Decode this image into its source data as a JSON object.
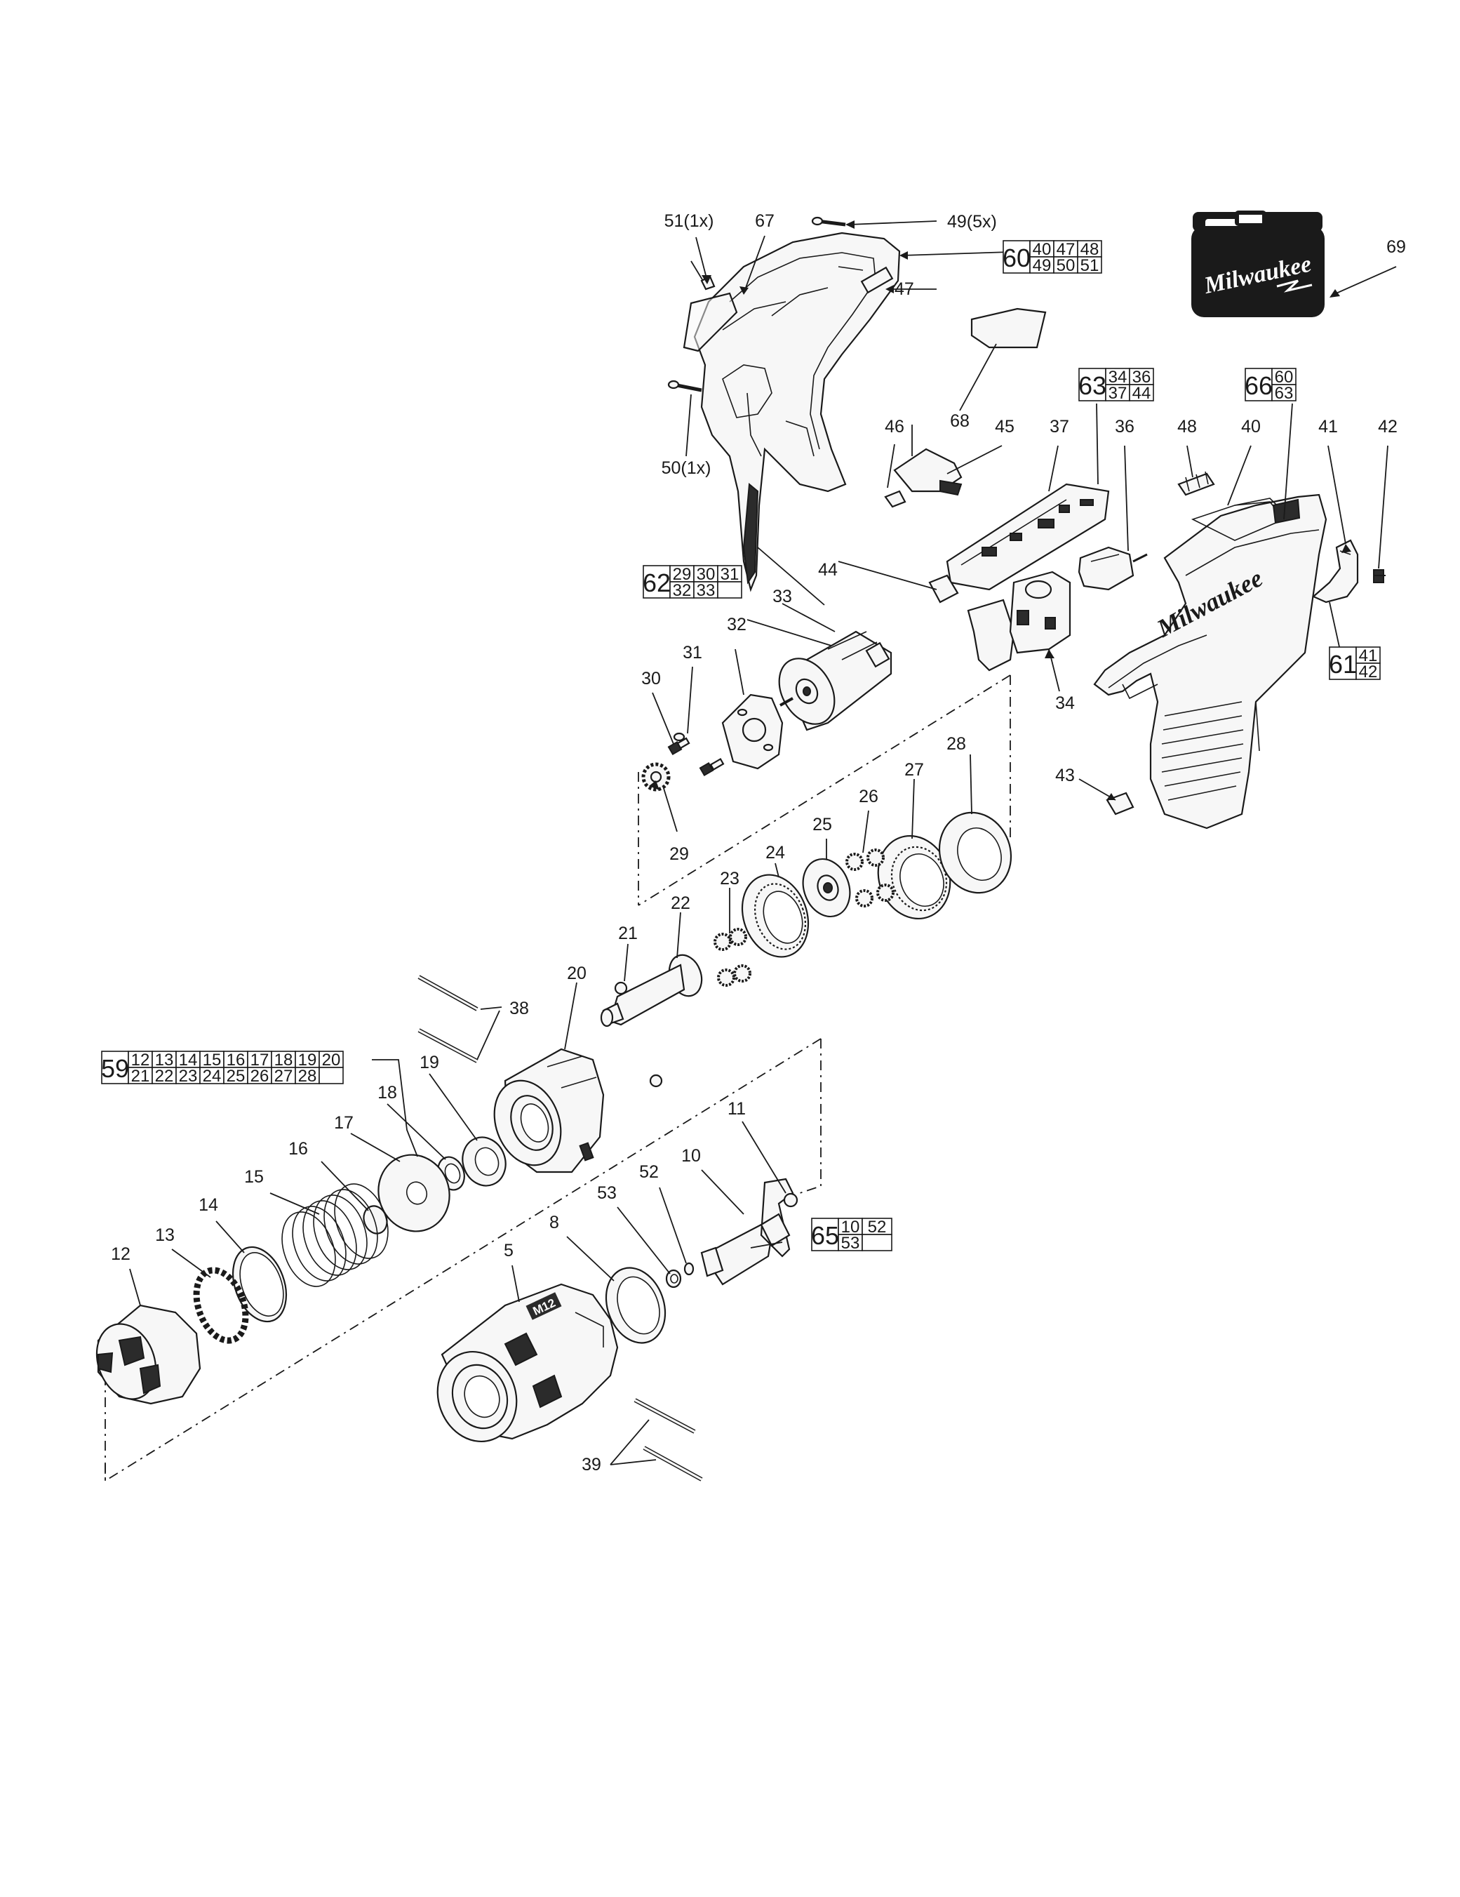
{
  "labels": {
    "l51": "51(1x)",
    "l67": "67",
    "l49": "49(5x)",
    "l47": "47",
    "l69": "69",
    "l68": "68",
    "l50": "50(1x)",
    "l46": "46",
    "l45": "45",
    "l37": "37",
    "l36": "36",
    "l48": "48",
    "l40": "40",
    "l41": "41",
    "l42": "42",
    "l44": "44",
    "l33": "33",
    "l32": "32",
    "l31": "31",
    "l30": "30",
    "l34": "34",
    "l43": "43",
    "l29": "29",
    "l28": "28",
    "l27": "27",
    "l26": "26",
    "l25": "25",
    "l24": "24",
    "l23": "23",
    "l22": "22",
    "l21": "21",
    "l20": "20",
    "l38": "38",
    "l19": "19",
    "l18": "18",
    "l17": "17",
    "l16": "16",
    "l15": "15",
    "l14": "14",
    "l13": "13",
    "l12": "12",
    "l11": "11",
    "l10": "10",
    "l52": "52",
    "l53": "53",
    "l8": "8",
    "l5": "5",
    "l39": "39"
  },
  "kits": {
    "k60": {
      "num": "60",
      "r1": [
        "40",
        "47",
        "48"
      ],
      "r2": [
        "49",
        "50",
        "51"
      ]
    },
    "k63": {
      "num": "63",
      "r1": [
        "34",
        "36"
      ],
      "r2": [
        "37",
        "44"
      ]
    },
    "k66": {
      "num": "66",
      "r1": [
        "60"
      ],
      "r2": [
        "63"
      ]
    },
    "k62": {
      "num": "62",
      "r1": [
        "29",
        "30",
        "31"
      ],
      "r2": [
        "32",
        "33",
        ""
      ]
    },
    "k61": {
      "num": "61",
      "r1": [
        "41"
      ],
      "r2": [
        "42"
      ]
    },
    "k59": {
      "num": "59",
      "r1": [
        "12",
        "13",
        "14",
        "15",
        "16",
        "17",
        "18",
        "19",
        "20"
      ],
      "r2": [
        "21",
        "22",
        "23",
        "24",
        "25",
        "26",
        "27",
        "28",
        ""
      ]
    },
    "k65": {
      "num": "65",
      "r1": [
        "10",
        "52"
      ],
      "r2": [
        "53",
        ""
      ]
    }
  },
  "case_brand": "Milwaukee",
  "nose_mark": "M12",
  "housing_brand": "Milwaukee",
  "icons": [
    "carrying-case-icon",
    "lightning-bolt-icon"
  ]
}
